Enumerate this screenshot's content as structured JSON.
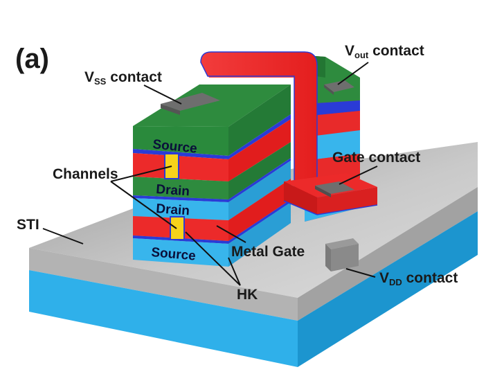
{
  "figure": {
    "panel_label": "(a)",
    "labels": {
      "vss_main": "V",
      "vss_sub": "SS",
      "vss_rest": " contact",
      "vout_main": "V",
      "vout_sub": "out",
      "vout_rest": " contact",
      "gate_contact": "Gate contact",
      "channels": "Channels",
      "sti": "STI",
      "metal_gate": "Metal Gate",
      "vdd_main": "V",
      "vdd_sub": "DD",
      "vdd_rest": " contact",
      "hk": "HK",
      "source_top": "Source",
      "drain_upper": "Drain",
      "drain_lower": "Drain",
      "source_bottom": "Source"
    }
  },
  "colors": {
    "source_drain_green": "#2e8b3e",
    "drain_blue": "#38b5ec",
    "metal_gate_red": "#ee2a2a",
    "channel_yellow": "#f6d21b",
    "hk_outline_blue": "#2a3bd6",
    "sti_gray": "#b5b5b5",
    "substrate_blue": "#2fb0ea",
    "contact_gray": "#6e6e6e"
  }
}
